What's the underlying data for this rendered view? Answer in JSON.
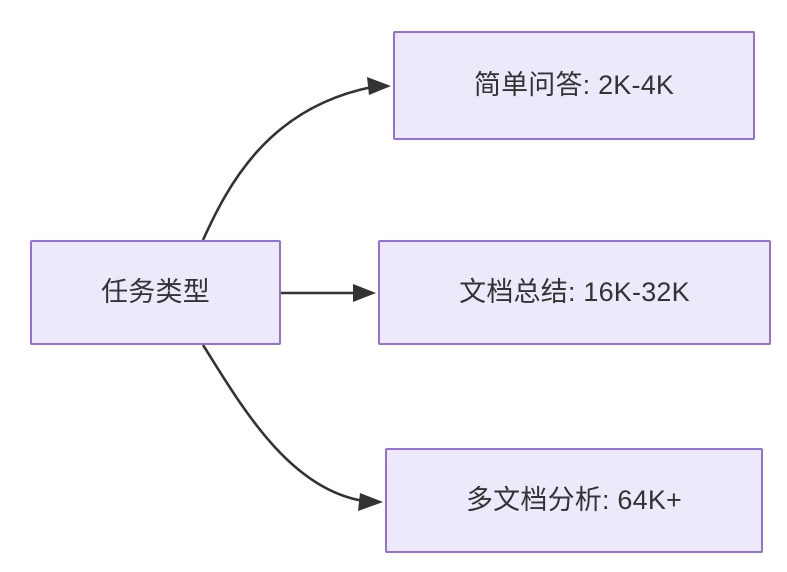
{
  "diagram": {
    "type": "flowchart",
    "direction": "left-to-right",
    "background_color": "#ffffff",
    "node_fill_color": "#ece9fb",
    "node_border_color": "#9370db",
    "node_text_color": "#333333",
    "edge_color": "#333333",
    "source_node": {
      "id": "task-type",
      "label": "任务类型"
    },
    "target_nodes": [
      {
        "id": "simple-qa",
        "label": "简单问答: 2K-4K",
        "edge_style": "curved-up",
        "arrow": "arrow-head-icon"
      },
      {
        "id": "doc-summary",
        "label": "文档总结: 16K-32K",
        "edge_style": "straight",
        "arrow": "arrow-head-icon"
      },
      {
        "id": "multi-doc-analysis",
        "label": "多文档分析: 64K+",
        "edge_style": "curved-down",
        "arrow": "arrow-head-icon"
      }
    ]
  }
}
